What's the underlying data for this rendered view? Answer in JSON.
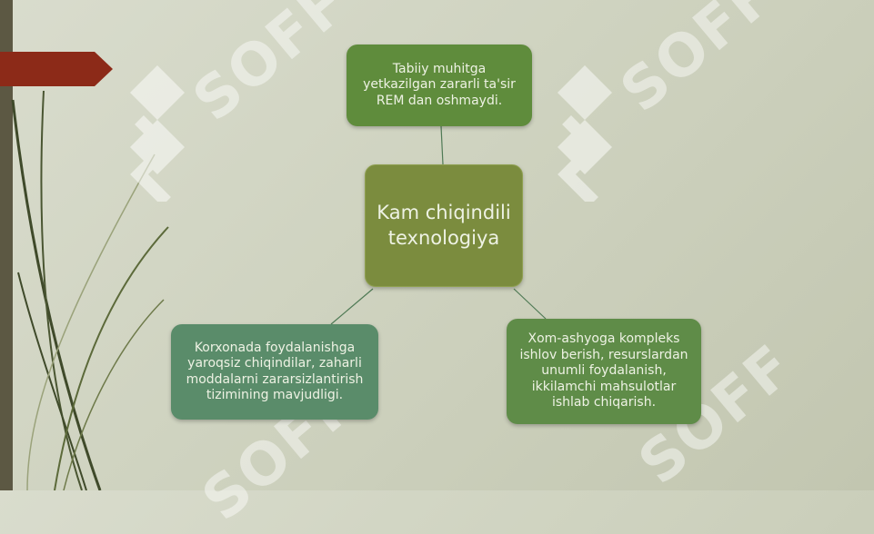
{
  "diagram": {
    "center": {
      "text": "Kam chiqindili texnologiya"
    },
    "top": {
      "text": "Tabiiy muhitga yetkazilgan zararli ta'sir REM dan oshmaydi."
    },
    "bottom_left": {
      "text": "Korxonada foydalanishga yaroqsiz chiqindilar, zaharli moddalarni zararsizlantirish tizimining mavjudligi."
    },
    "bottom_right": {
      "text": "Xom-ashyoga kompleks ishlov berish, resurslardan unumli foydalanish, ikkilamchi mahsulotlar ishlab chiqarish."
    }
  },
  "watermark": {
    "text": "SOFF"
  },
  "colors": {
    "background": "#d3d6c4",
    "accent_tab": "#8c2a18",
    "center_box": "#7b8c3e",
    "leaf_box": "#5f8c3c",
    "connector": "#4f7a55"
  }
}
